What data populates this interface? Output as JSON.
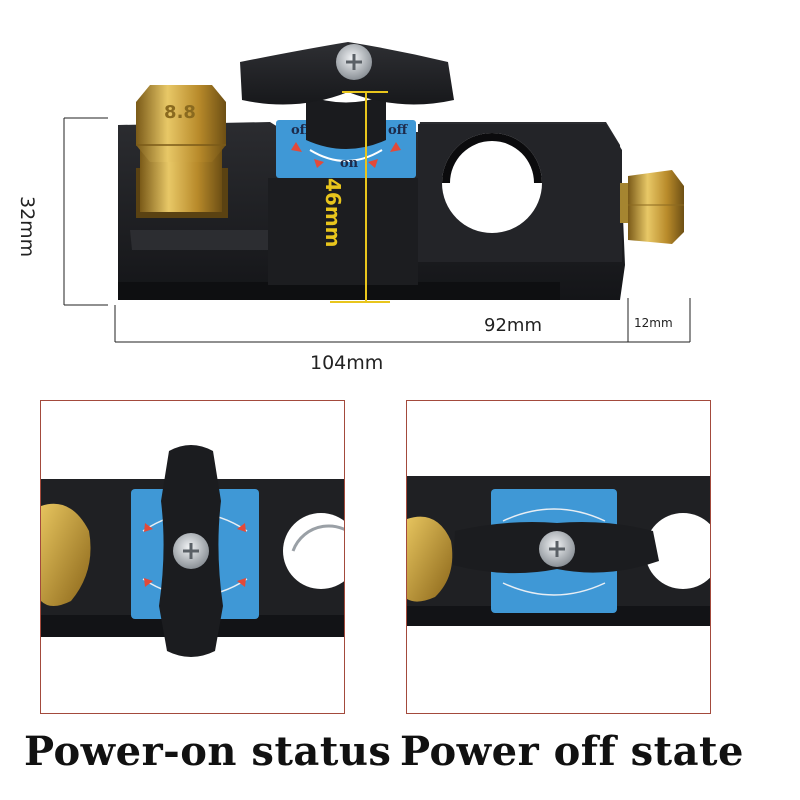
{
  "dimensions": {
    "height": "32mm",
    "handle_height": "46mm",
    "body_length": "92mm",
    "bolt_length": "12mm",
    "total_length": "104mm"
  },
  "switch_plate": {
    "off_left": "off",
    "off_right": "off",
    "on": "on"
  },
  "captions": {
    "power_on": "Power-on status",
    "power_off": "Power off state"
  },
  "colors": {
    "body": "#1e1f22",
    "brass": "#c9a23e",
    "plate": "#3f98d6",
    "panel_border": "#a34a3c",
    "dimension_highlight": "#e8c51c"
  }
}
